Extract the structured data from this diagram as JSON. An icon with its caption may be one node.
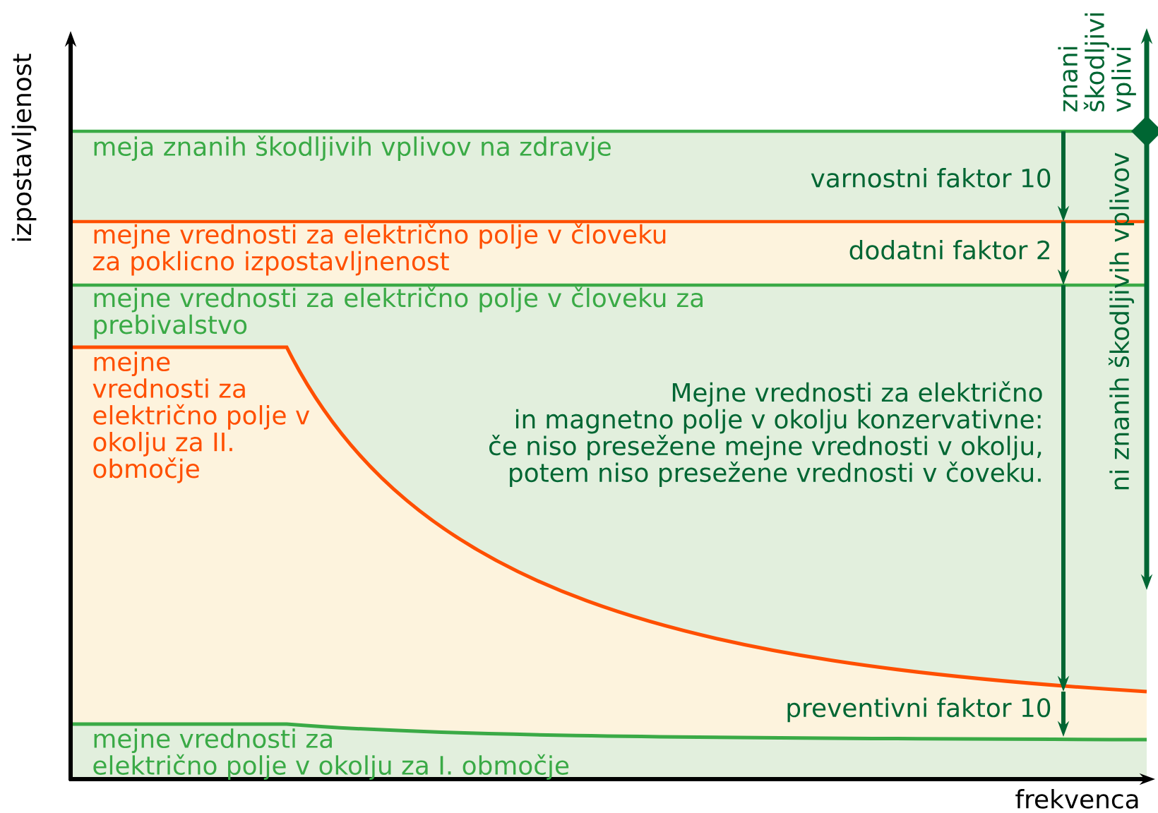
{
  "diagram": {
    "labels": [
      "meja znanih škodljivih vplivov na zdravje",
      "varnostni faktor 10",
      "mejne vrednosti za električno polje v človeku za poklicno izpostavljnenost",
      "dodatni faktor 2",
      "mejne vrednosti za električno polje v človeku za prebivalstvo",
      "mejne vrednosti za električno polje v okolju za II. območje",
      "Mejne vrednosti za električno in magnetno polje v okolju konzervativne: če niso presežene mejne vrednosti v okolju, potem niso presežene vrednosti v čoveku.",
      "preventivni faktor 10",
      "mejne vrednosti za električno polje v okolju za I. območje",
      "znani škodljivi vplivi",
      "ni znanih škodljivih vplivov",
      "izpostavljenost",
      "frekvenca"
    ]
  }
}
